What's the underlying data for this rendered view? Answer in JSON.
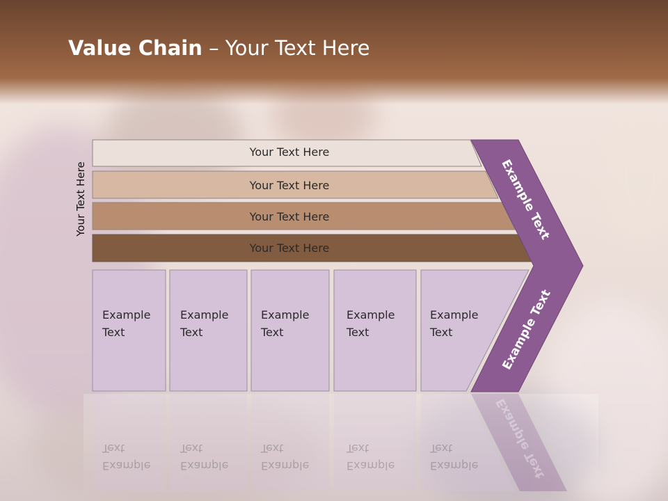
{
  "slide": {
    "title_bold": "Value Chain",
    "title_rest": " – Your Text Here"
  },
  "side_label": "Your Text Here",
  "support_bars": [
    {
      "label": "Your Text Here",
      "color": "#ece1da"
    },
    {
      "label": "Your Text Here",
      "color": "#d7b8a3"
    },
    {
      "label": "Your Text Here",
      "color": "#b98d70"
    },
    {
      "label": "Your Text Here",
      "color": "#825c40"
    }
  ],
  "primary_boxes": [
    {
      "label_line1": "Example",
      "label_line2": "Text"
    },
    {
      "label_line1": "Example",
      "label_line2": "Text"
    },
    {
      "label_line1": "Example",
      "label_line2": "Text"
    },
    {
      "label_line1": "Example",
      "label_line2": "Text"
    },
    {
      "label_line1": "Example",
      "label_line2": "Text"
    }
  ],
  "margin_arrow": {
    "upper_text": "Example Text",
    "lower_text": "Example Text",
    "color": "#8b5b91"
  },
  "colors": {
    "header": "#8a5a3c",
    "box_fill": "#d6c2d8",
    "box_border": "#9a8fa0"
  }
}
